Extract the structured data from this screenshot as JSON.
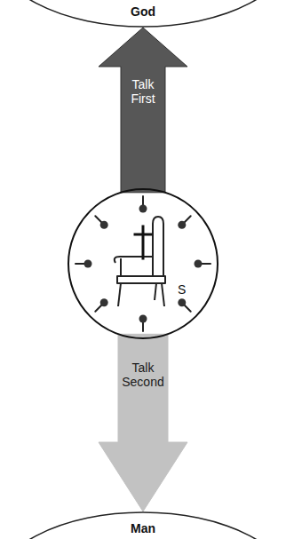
{
  "diagram": {
    "nodes": [
      {
        "text": [
          "God"
        ]
      },
      {
        "text": [
          "S"
        ]
      },
      {
        "text": [
          "Man"
        ]
      }
    ],
    "edges": [
      {
        "from": 1,
        "to": 0,
        "label": "Talk First",
        "arrow": "to"
      },
      {
        "from": 1,
        "to": 2,
        "label": "Talk Second",
        "arrow": "to"
      }
    ]
  }
}
